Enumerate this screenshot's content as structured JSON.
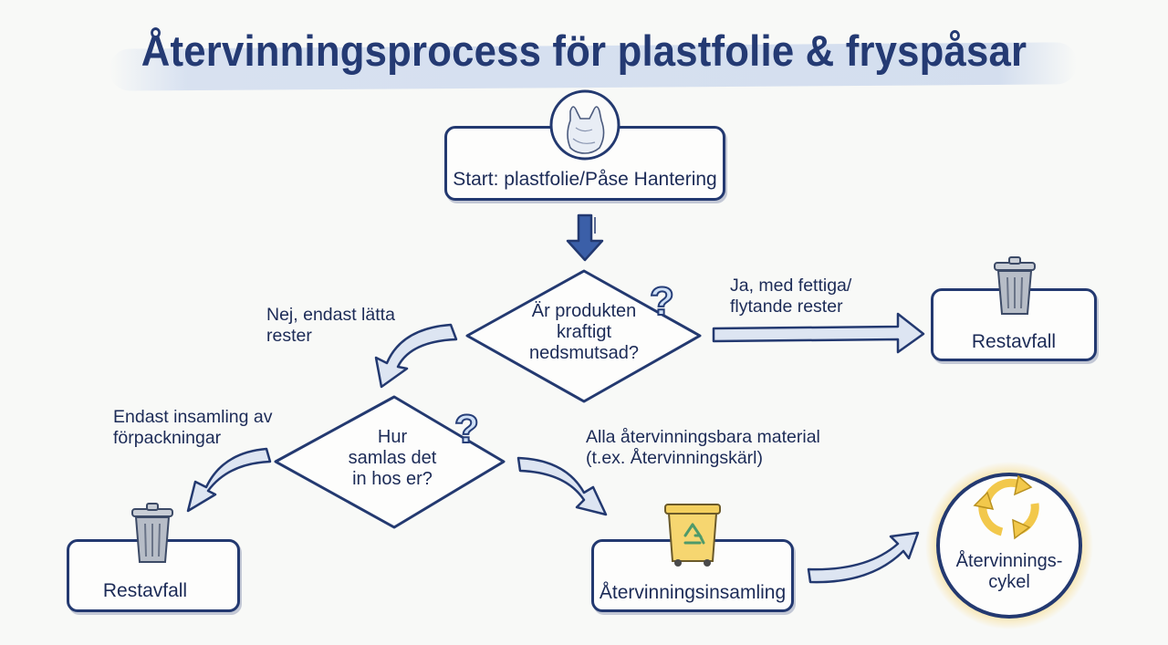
{
  "title": "Återvinningsprocess för plastfolie & fryspåsar",
  "nodes": {
    "start": {
      "label": "Start: plastfolie/Påse Hantering",
      "icon": "plastic-bag-icon"
    },
    "decision1": {
      "line1": "Är produkten",
      "line2": "kraftigt",
      "line3": "nedsmutsad?"
    },
    "decision2": {
      "line1": "Hur",
      "line2": "samlas det",
      "line3": "in hos er?"
    },
    "restavfall_right": {
      "label": "Restavfall",
      "icon": "trash-can-icon"
    },
    "restavfall_left": {
      "label": "Restavfall",
      "icon": "trash-can-icon"
    },
    "atervinningsinsamling": {
      "label": "Återvinningsinsamling",
      "icon": "recycling-bin-icon"
    },
    "atervinningscykel": {
      "line1": "Återvinnings-",
      "line2": "cykel",
      "icon": "recycle-arrows-icon"
    }
  },
  "edges": {
    "yes_line1": "Ja, med fettiga/",
    "yes_line2": "flytande rester",
    "no_line1": "Nej, endast lätta",
    "no_line2": "rester",
    "packaging_line1": "Endast insamling av",
    "packaging_line2": "förpackningar",
    "all_line1": "Alla återvinningsbara material",
    "all_line2": "(t.ex. Återvinningskärl)"
  },
  "colors": {
    "ink": "#233970",
    "arrow_fill": "#dde5f2",
    "title_band": "#d4def0",
    "recycle_yellow": "#f2c84b"
  }
}
